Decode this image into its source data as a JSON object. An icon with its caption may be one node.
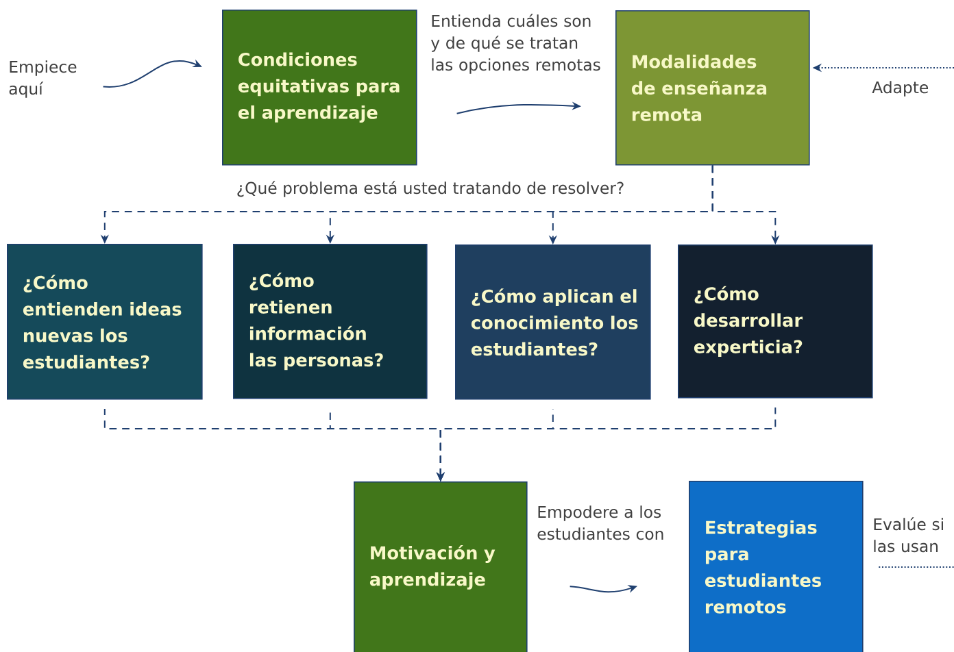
{
  "diagram": {
    "nodes": [
      {
        "text": [
          "Empiece aquí"
        ]
      },
      {
        "text": [
          "Condiciones equitativas para el aprendizaje"
        ]
      },
      {
        "text": [
          "Modalidades de enseñanza remota"
        ]
      },
      {
        "text": [
          "¿Cómo entienden ideas nuevas los estudiantes?"
        ]
      },
      {
        "text": [
          "¿Cómo retienen información las personas?"
        ]
      },
      {
        "text": [
          "¿Cómo aplican el conocimiento los estudiantes?"
        ]
      },
      {
        "text": [
          "¿Cómo desarrollar experticia?"
        ]
      },
      {
        "text": [
          "Motivación y aprendizaje"
        ]
      },
      {
        "text": [
          "Estrategias para estudiantes remotos"
        ]
      }
    ],
    "edges": [
      {
        "from": 0,
        "to": 1,
        "arrow": "to"
      },
      {
        "from": 1,
        "to": 2,
        "arrow": "to",
        "label": "Entienda cuáles son y de qué se tratan las opciones remotas"
      },
      {
        "from": null,
        "to": 2,
        "arrow": "to",
        "style": "dashed",
        "label": "Adapte"
      },
      {
        "from": 2,
        "to": 3,
        "arrow": "to",
        "style": "dashed"
      },
      {
        "from": 2,
        "to": 4,
        "arrow": "to",
        "style": "dashed"
      },
      {
        "from": 2,
        "to": 5,
        "arrow": "to",
        "style": "dashed"
      },
      {
        "from": 2,
        "to": 6,
        "arrow": "to",
        "style": "dashed"
      },
      {
        "from": 3,
        "to": 7,
        "arrow": "to",
        "style": "dashed"
      },
      {
        "from": 4,
        "to": 7,
        "arrow": "to",
        "style": "dashed"
      },
      {
        "from": 5,
        "to": 7,
        "arrow": "to",
        "style": "dashed"
      },
      {
        "from": 6,
        "to": 7,
        "arrow": "to",
        "style": "dashed"
      },
      {
        "from": 7,
        "to": 8,
        "arrow": "to",
        "label": "Empodere a los estudiantes con"
      },
      {
        "from": 8,
        "to": null,
        "arrow": "none",
        "style": "dashed",
        "label": "Evalúe si las usan"
      }
    ],
    "labels": [
      "¿Qué problema está usted tratando de resolver?"
    ]
  }
}
